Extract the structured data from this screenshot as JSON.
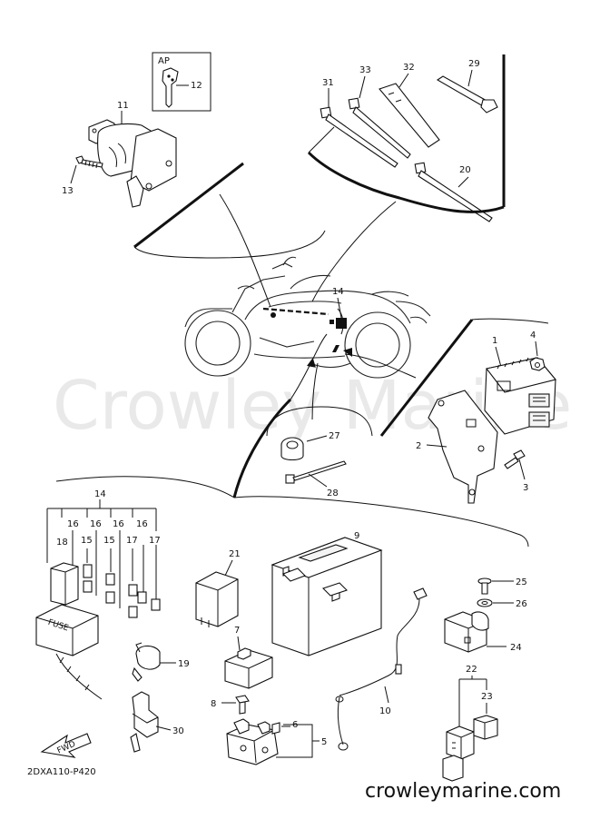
{
  "watermark": "Crowley Marine",
  "site_url": "crowleymarine.com",
  "diagram_code": "2DXA110-P420",
  "ap_label": "AP",
  "fwd_label": "FWD",
  "fuse_label": "FUSE",
  "parts": {
    "p1": "1",
    "p2": "2",
    "p3": "3",
    "p4": "4",
    "p5": "5",
    "p6": "6",
    "p7": "7",
    "p8": "8",
    "p9": "9",
    "p10": "10",
    "p11": "11",
    "p12": "12",
    "p13": "13",
    "p14a": "14",
    "p14b": "14",
    "p15a": "15",
    "p15b": "15",
    "p16a": "16",
    "p16b": "16",
    "p16c": "16",
    "p16d": "16",
    "p17a": "17",
    "p17b": "17",
    "p18": "18",
    "p19": "19",
    "p20": "20",
    "p21": "21",
    "p22": "22",
    "p23": "23",
    "p24": "24",
    "p25": "25",
    "p26": "26",
    "p27": "27",
    "p28": "28",
    "p29": "29",
    "p30": "30",
    "p31": "31",
    "p32": "32",
    "p33": "33"
  }
}
